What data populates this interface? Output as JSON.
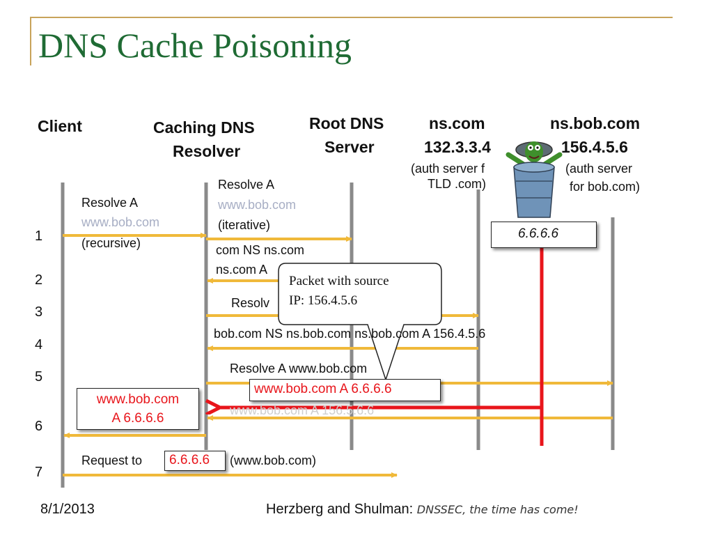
{
  "slide": {
    "title": "DNS Cache Poisoning"
  },
  "headers": {
    "client": "Client",
    "resolver_line1": "Caching DNS",
    "resolver_line2": "Resolver",
    "root_line1": "Root DNS",
    "root_line2": "Server",
    "nscom_name": "ns.com",
    "nscom_ip": "132.3.3.4",
    "nscom_desc1": "(auth server f",
    "nscom_desc2": "TLD .com)",
    "nsbob_name": "ns.bob.com",
    "nsbob_ip": "156.4.5.6",
    "nsbob_desc1": "(auth server",
    "nsbob_desc2": "for bob.com)"
  },
  "steps": [
    "1",
    "2",
    "3",
    "4",
    "5",
    "6",
    "7"
  ],
  "messages": {
    "client_resolve": "Resolve A",
    "client_resolve_domain": "www.bob.com",
    "client_resolve_mode": "(recursive)",
    "res_resolve": "Resolve A",
    "res_resolve_domain": "www.bob.com",
    "res_resolve_mode": "(iterative)",
    "root_reply1": "com NS ns.com",
    "root_reply2": "ns.com A",
    "resolve3": "Resolv",
    "nscom_reply": "bob.com NS ns.bob.com ns.bob.com A 156.4.5.6",
    "resolve5": "Resolve A www.bob.com",
    "answer6_faded": "www.bob.com A 156.5.6.6",
    "request7_a": "Request to",
    "request7_b": "(www.bob.com)"
  },
  "callouts": {
    "attacker_ip": "6.6.6.6",
    "bubble_line1": "Packet with source",
    "bubble_line2": "IP: 156.4.5.6",
    "spoofed_answer": "www.bob.com A 6.6.6.6",
    "client_cache_line1": "www.bob.com",
    "client_cache_line2": "A 6.6.6.6",
    "request_ip": "6.6.6.6"
  },
  "icons": {
    "attacker": "oscar-trashcan-icon"
  },
  "colors": {
    "title": "#1f6b34",
    "accent": "#c8a35a",
    "arrow": "#f0b93a",
    "attack": "#e8151b",
    "lifeline": "#8a8a8a"
  },
  "footer": {
    "date": "8/1/2013",
    "authors": "Herzberg and Shulman:",
    "talk": "DNSSEC, the time has come!"
  }
}
